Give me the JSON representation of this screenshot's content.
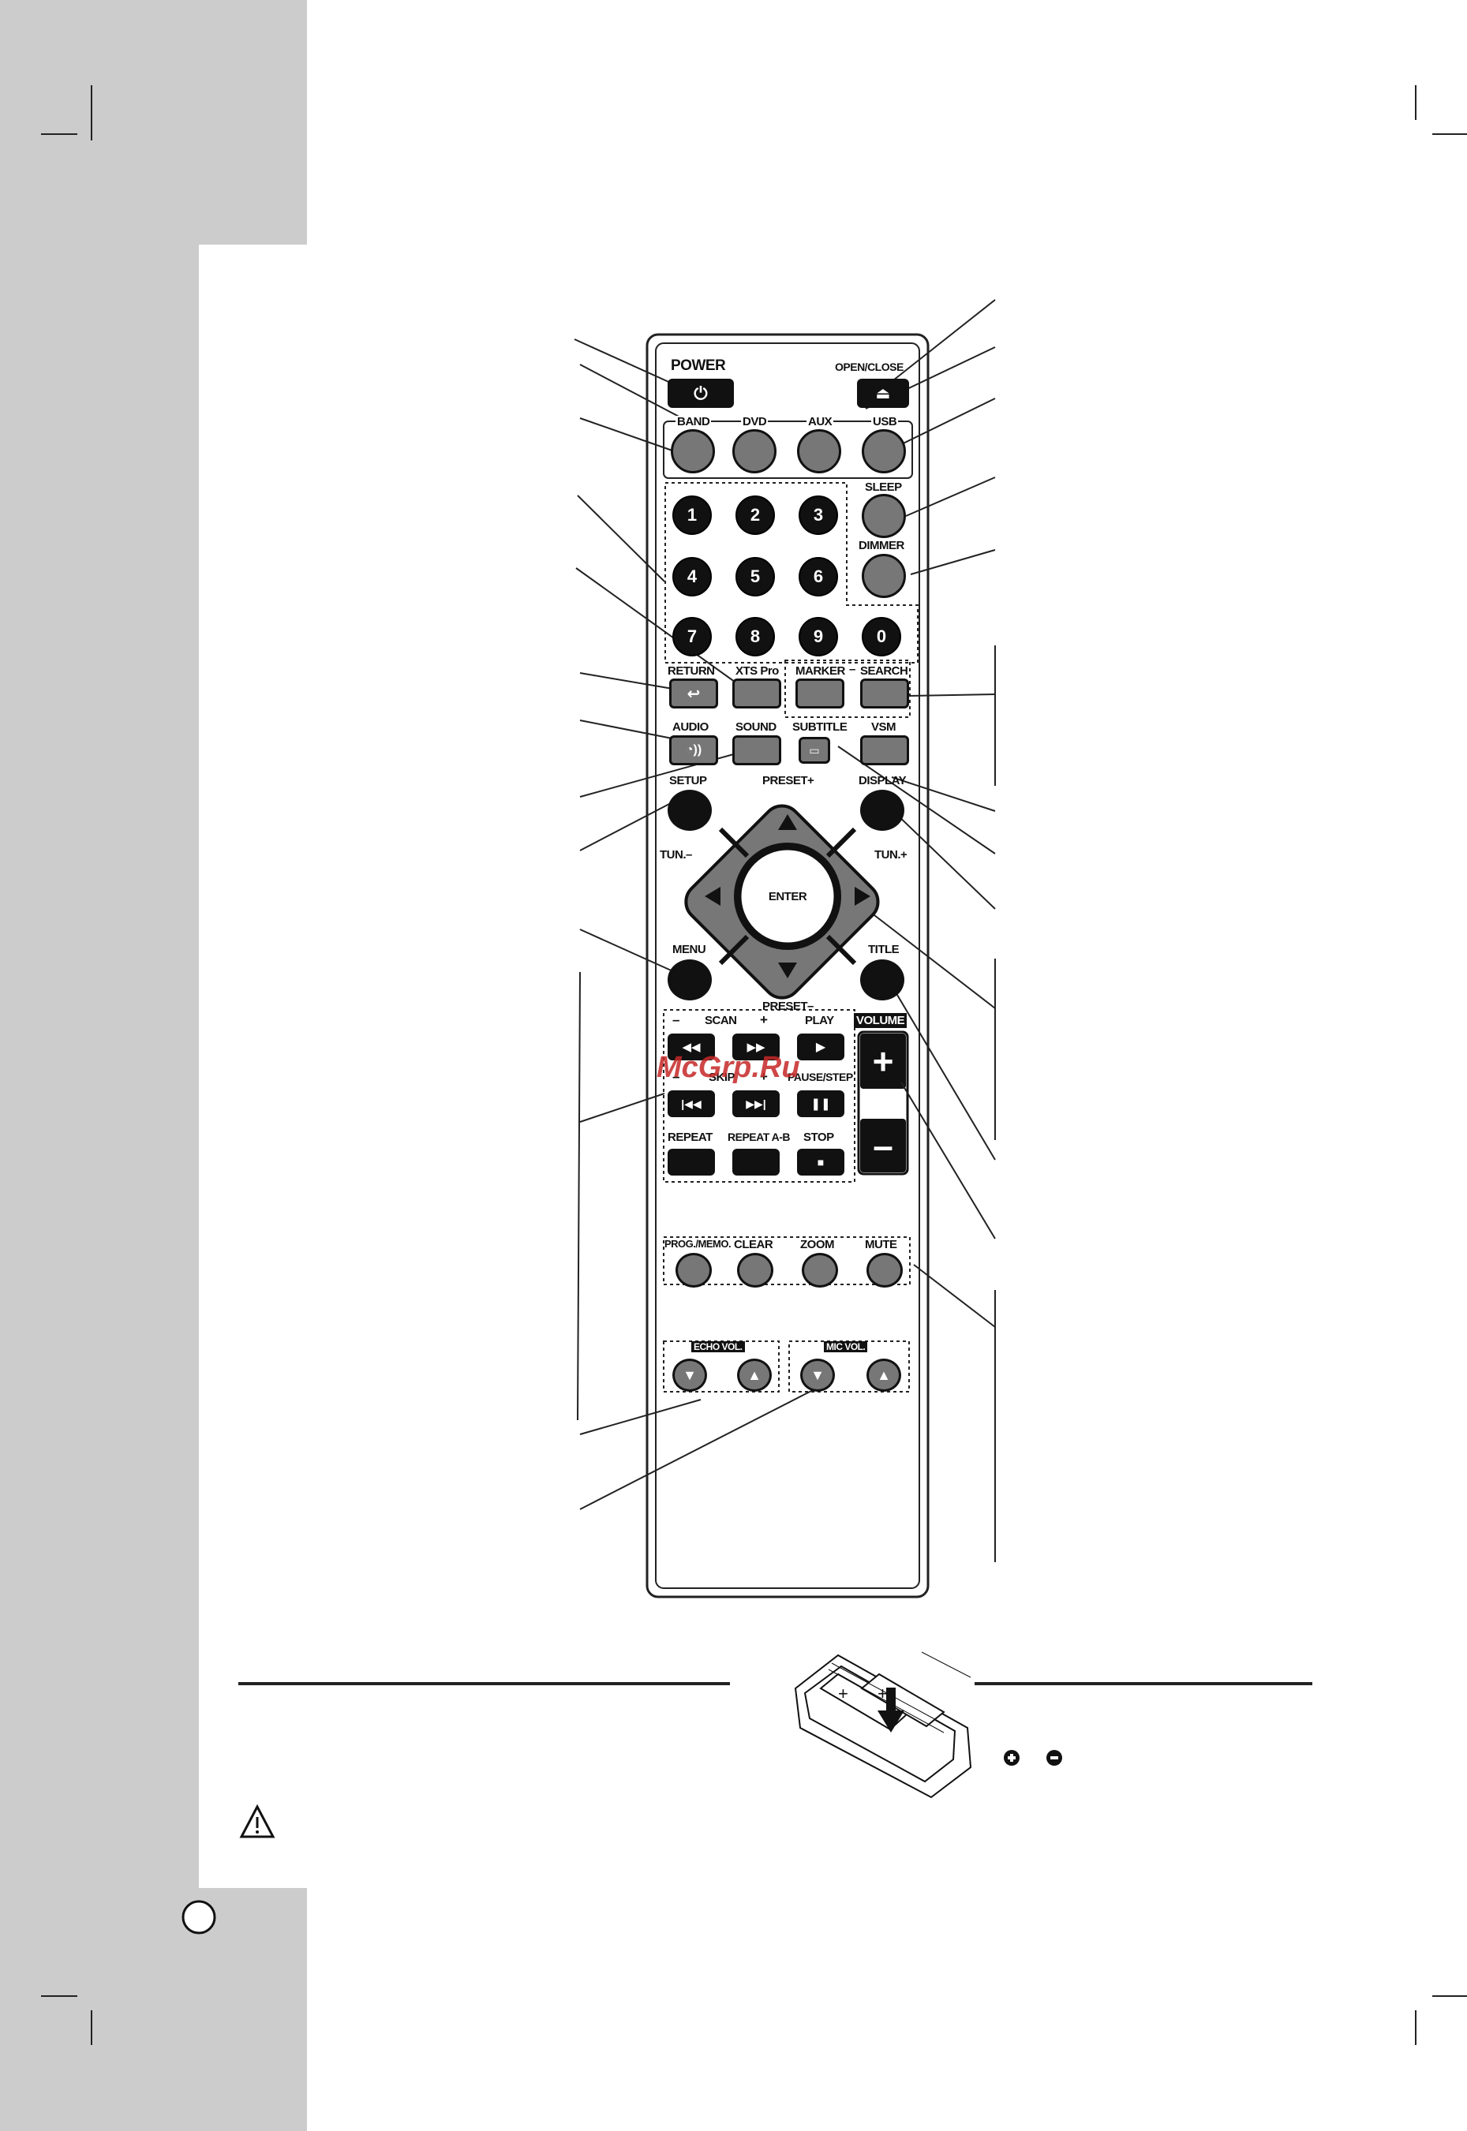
{
  "remote": {
    "power_label": "POWER",
    "open_close_label": "OPEN/CLOSE",
    "band_label": "BAND",
    "dvd_label": "DVD",
    "aux_label": "AUX",
    "usb_label": "USB",
    "sleep_label": "SLEEP",
    "dimmer_label": "DIMMER",
    "digits": [
      "1",
      "2",
      "3",
      "4",
      "5",
      "6",
      "7",
      "8",
      "9",
      "0"
    ],
    "return_label": "RETURN",
    "xts_label": "XTS Pro",
    "marker_label": "MARKER",
    "search_label": "SEARCH",
    "audio_label": "AUDIO",
    "sound_label": "SOUND",
    "subtitle_label": "SUBTITLE",
    "vsm_label": "VSM",
    "setup_label": "SETUP",
    "preset_plus_label": "PRESET+",
    "display_label": "DISPLAY",
    "tun_minus_label": "TUN.–",
    "tun_plus_label": "TUN.+",
    "enter_label": "ENTER",
    "menu_label": "MENU",
    "title_label": "TITLE",
    "preset_minus_label": "PRESET–",
    "volume_label": "VOLUME",
    "scan_label": "SCAN",
    "play_label": "PLAY",
    "skip_label": "SKIP",
    "pause_step_label": "PAUSE/STEP",
    "repeat_label": "REPEAT",
    "repeat_ab_label": "REPEAT A-B",
    "stop_label": "STOP",
    "prog_memo_label": "PROG./MEMO.",
    "clear_label": "CLEAR",
    "zoom_label": "ZOOM",
    "mute_label": "MUTE",
    "echo_vol_label": "ECHO VOL.",
    "mic_vol_label": "MIC VOL.",
    "minus_sign": "–",
    "plus_sign": "+"
  },
  "watermark": "McGrp.Ru",
  "icons": {
    "power": "power-icon",
    "eject": "eject-icon",
    "return": "return-icon",
    "audio": "audio-icon",
    "subtitle": "subtitle-icon",
    "rewind": "rewind-icon",
    "fast_forward": "fast-forward-icon",
    "play": "play-icon",
    "skip_back": "skip-back-icon",
    "skip_forward": "skip-forward-icon",
    "pause": "pause-icon",
    "stop": "stop-icon",
    "warning": "warning-icon"
  },
  "colors": {
    "button_gray": "#777777",
    "button_dark": "#111111",
    "margin_gray": "#cccccc",
    "watermark_red": "#c62828"
  }
}
